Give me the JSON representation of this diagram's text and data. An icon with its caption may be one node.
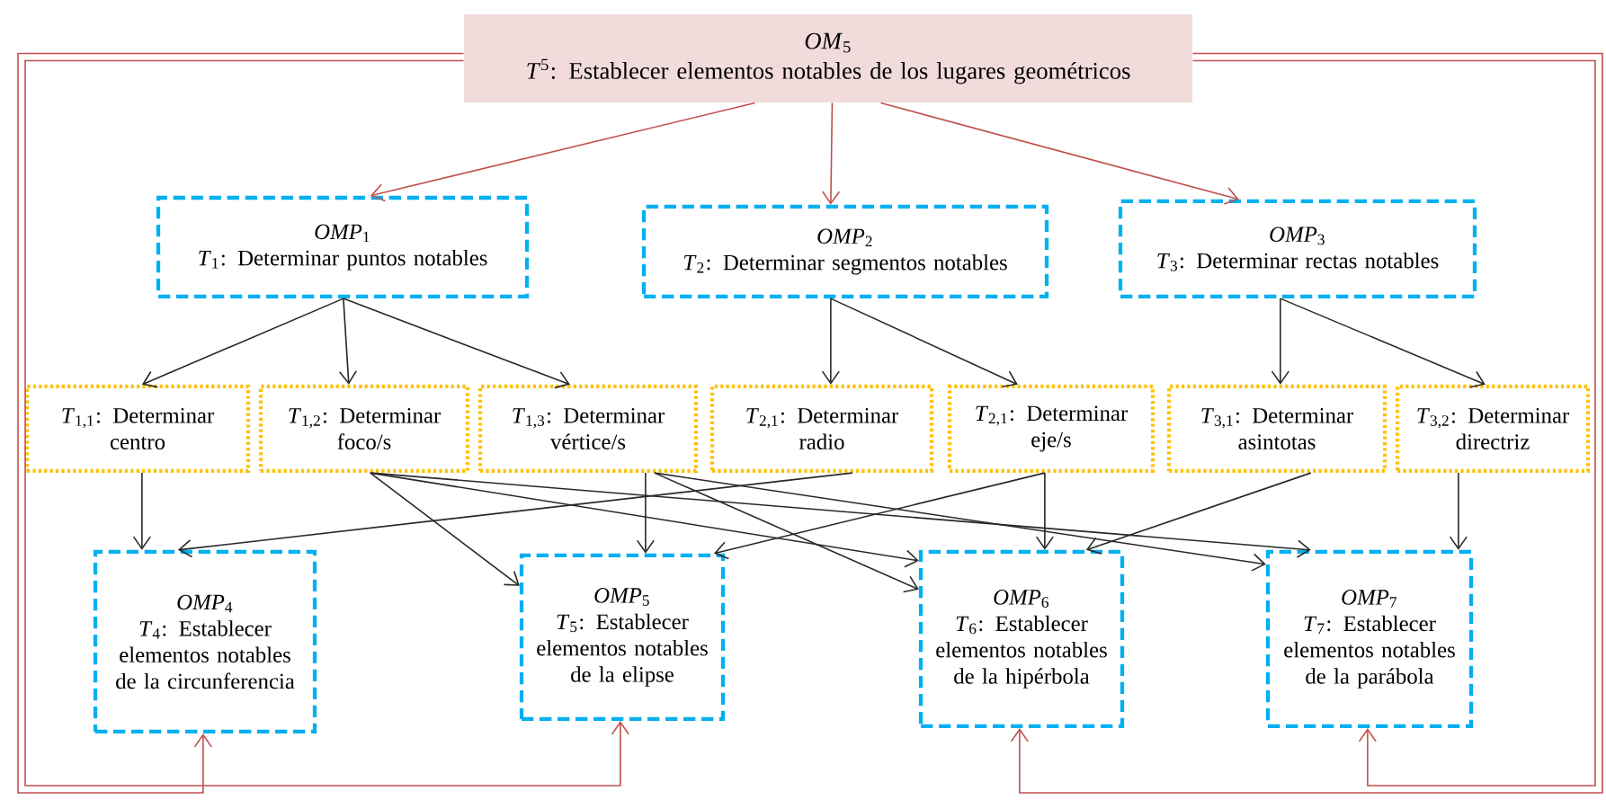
{
  "diagram": {
    "nodes": [
      {
        "text": [
          "*OM*$_{5}$",
          "*T*$^{5}$: Establecer elementos notables de los lugares geométricos"
        ]
      },
      {
        "text": [
          "*OMP*$_{1}$",
          "*T*$_{1}$: Determinar puntos notables"
        ]
      },
      {
        "text": [
          "*OMP*$_{2}$",
          "*T*$_{2}$: Determinar segmentos notables"
        ]
      },
      {
        "text": [
          "*OMP*$_{3}$",
          "*T*$_{3}$: Determinar rectas notables"
        ]
      },
      {
        "text": [
          "*T*$_{1,1}$: Determinar centro"
        ]
      },
      {
        "text": [
          "*T*$_{1,2}$: Determinar foco/s"
        ]
      },
      {
        "text": [
          "*T*$_{1,3}$: Determinar vértice/s"
        ]
      },
      {
        "text": [
          "*T*$_{2,1}$: Determinar radio"
        ]
      },
      {
        "text": [
          "*T*$_{2,1}$: Determinar eje/s"
        ]
      },
      {
        "text": [
          "*T*$_{3,1}$: Determinar asintotas"
        ]
      },
      {
        "text": [
          "*T*$_{3,2}$: Determinar directriz"
        ]
      },
      {
        "text": [
          "*OMP*$_{4}$",
          "*T*$_{4}$: Establecer elementos notables de la circunferencia"
        ]
      },
      {
        "text": [
          "*OMP*$_{5}$",
          "*T*$_{5}$: Establecer elementos notables de la elipse"
        ]
      },
      {
        "text": [
          "*OMP*$_{6}$",
          "*T*$_{6}$: Establecer elementos notables de la hipérbola"
        ]
      },
      {
        "text": [
          "*OMP*$_{7}$",
          "*T*$_{7}$: Establecer elementos notables de la parábola"
        ]
      }
    ],
    "edges": [
      {
        "from": 0,
        "to": 1,
        "arrow": "to",
        "color": "#c0504d"
      },
      {
        "from": 0,
        "to": 2,
        "arrow": "to",
        "color": "#c0504d"
      },
      {
        "from": 0,
        "to": 3,
        "arrow": "to",
        "color": "#c0504d"
      },
      {
        "from": 1,
        "to": 4,
        "arrow": "to"
      },
      {
        "from": 1,
        "to": 5,
        "arrow": "to"
      },
      {
        "from": 1,
        "to": 6,
        "arrow": "to"
      },
      {
        "from": 2,
        "to": 7,
        "arrow": "to"
      },
      {
        "from": 2,
        "to": 8,
        "arrow": "to"
      },
      {
        "from": 3,
        "to": 9,
        "arrow": "to"
      },
      {
        "from": 3,
        "to": 10,
        "arrow": "to"
      },
      {
        "from": 4,
        "to": 11,
        "arrow": "to"
      },
      {
        "from": 5,
        "to": 12,
        "arrow": "to"
      },
      {
        "from": 5,
        "to": 13,
        "arrow": "to"
      },
      {
        "from": 5,
        "to": 14,
        "arrow": "to"
      },
      {
        "from": 6,
        "to": 12,
        "arrow": "to"
      },
      {
        "from": 6,
        "to": 13,
        "arrow": "to"
      },
      {
        "from": 6,
        "to": 14,
        "arrow": "to"
      },
      {
        "from": 7,
        "to": 11,
        "arrow": "to"
      },
      {
        "from": 8,
        "to": 12,
        "arrow": "to"
      },
      {
        "from": 8,
        "to": 13,
        "arrow": "to"
      },
      {
        "from": 9,
        "to": 13,
        "arrow": "to"
      },
      {
        "from": 10,
        "to": 14,
        "arrow": "to"
      },
      {
        "from": 0,
        "to": 11,
        "arrow": "to",
        "color": "#c0504d"
      },
      {
        "from": 0,
        "to": 12,
        "arrow": "to",
        "color": "#c0504d"
      },
      {
        "from": 0,
        "to": 13,
        "arrow": "to",
        "color": "#c0504d"
      },
      {
        "from": 0,
        "to": 14,
        "arrow": "to",
        "color": "#c0504d"
      }
    ]
  }
}
